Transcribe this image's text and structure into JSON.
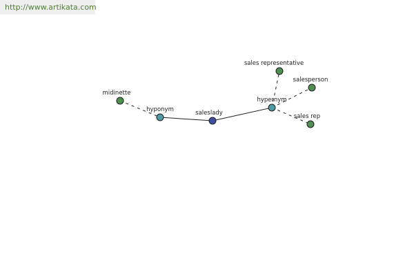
{
  "watermark": {
    "text": "http://www.artikata.com"
  },
  "colors": {
    "focus_node": "#3f4f9f",
    "relation_node": "#4f9aa0",
    "term_node": "#4f8f4f",
    "watermark_text": "#4f7f35"
  },
  "graph": {
    "nodes": [
      {
        "id": "saleslady",
        "label": "saleslady",
        "kind": "focus"
      },
      {
        "id": "hyponym",
        "label": "hyponym",
        "kind": "relation"
      },
      {
        "id": "hypernym",
        "label": "hypernym",
        "kind": "relation"
      },
      {
        "id": "midinette",
        "label": "midinette",
        "kind": "term"
      },
      {
        "id": "sales-representative",
        "label": "sales representative",
        "kind": "term"
      },
      {
        "id": "salesperson",
        "label": "salesperson",
        "kind": "term"
      },
      {
        "id": "sales-rep",
        "label": "sales rep",
        "kind": "term"
      }
    ],
    "edges": [
      {
        "from": "hyponym",
        "to": "saleslady",
        "style": "solid"
      },
      {
        "from": "saleslady",
        "to": "hypernym",
        "style": "solid"
      },
      {
        "from": "midinette",
        "to": "hyponym",
        "style": "dashed"
      },
      {
        "from": "hypernym",
        "to": "sales-representative",
        "style": "dashed"
      },
      {
        "from": "hypernym",
        "to": "salesperson",
        "style": "dashed"
      },
      {
        "from": "hypernym",
        "to": "sales-rep",
        "style": "dashed"
      }
    ]
  }
}
